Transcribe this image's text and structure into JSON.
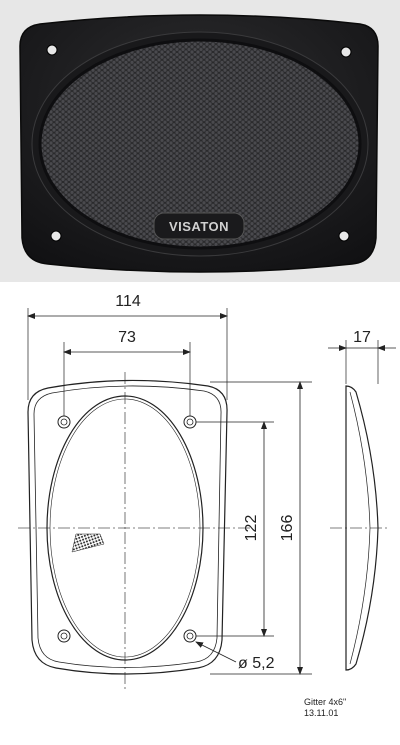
{
  "product_photo": {
    "brand_logo_text": "VISATON",
    "colors": {
      "background": "#e7e7e7",
      "frame": "#1c1c1e",
      "grille": "#2a2a2c",
      "logo_text": "#d0d0d0"
    }
  },
  "technical_drawing": {
    "dimensions": {
      "overall_width": "114",
      "grille_width": "73",
      "depth": "17",
      "overall_height": "166",
      "hole_spacing": "122",
      "hole_diameter": "ø 5,2"
    },
    "caption": {
      "line1": "Gitter 4x6\"",
      "line2": "13.11.01"
    },
    "colors": {
      "line": "#222222",
      "centerline": "#555555"
    }
  }
}
